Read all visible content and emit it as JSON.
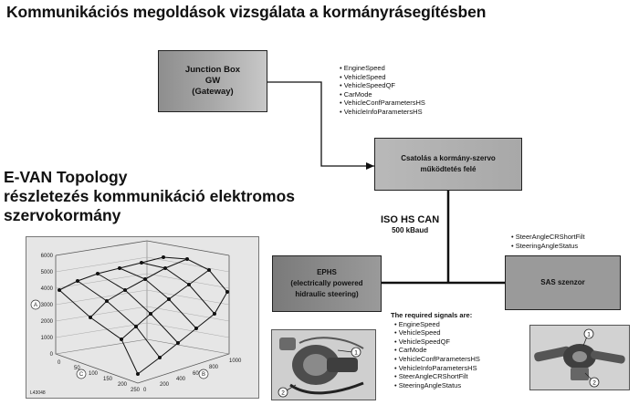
{
  "title": "Kommunikációs megoldások vizsgálata a kormányrásegítésben",
  "subtitle_lines": [
    "E-VAN Topology",
    "részletezés kommunikáció elektromos",
    "szervokormány"
  ],
  "junction_box": {
    "line1": "Junction Box",
    "line2": "GW",
    "line3": "(Gateway)"
  },
  "junction_box_signals": [
    "EngineSpeed",
    "VehicleSpeed",
    "VehicleSpeedQF",
    "CarMode",
    "VehicleConfParametersHS",
    "VehicleInfoParametersHS"
  ],
  "coupling_box": {
    "line1": "Csatolás a kormány-szervo",
    "line2": "működtetés felé"
  },
  "can_bus": {
    "name": "ISO HS CAN",
    "rate": "500 kBaud"
  },
  "ephs_box": {
    "line1": "EPHS",
    "line2": "(electrically powered",
    "line3": "hidraulic steering)"
  },
  "sas_box": {
    "label": "SAS szenzor"
  },
  "sas_signals": [
    "SteerAngleCRShortFilt",
    "SteeringAngleStatus"
  ],
  "required_signals": {
    "title": "The required signals are:",
    "items": [
      "EngineSpeed",
      "VehicleSpeed",
      "VehicleSpeedQF",
      "CarMode",
      "VehicleConfParametersHS",
      "VehicleInfoParametersHS",
      "SteerAngleCRShortFilt",
      "SteeringAngleStatus"
    ]
  },
  "plot": {
    "z_ticks": [
      "6000",
      "5000",
      "4000",
      "3000",
      "2000",
      "1000",
      "0"
    ],
    "x_ticks": [
      "0",
      "50",
      "100",
      "150",
      "200",
      "250"
    ],
    "y_ticks": [
      "0",
      "200",
      "400",
      "600",
      "800",
      "1000"
    ],
    "markers": [
      "A",
      "B",
      "C"
    ],
    "code": "L43048"
  },
  "photo_markers": {
    "left": [
      "1",
      "2"
    ],
    "right": [
      "1",
      "2"
    ]
  }
}
